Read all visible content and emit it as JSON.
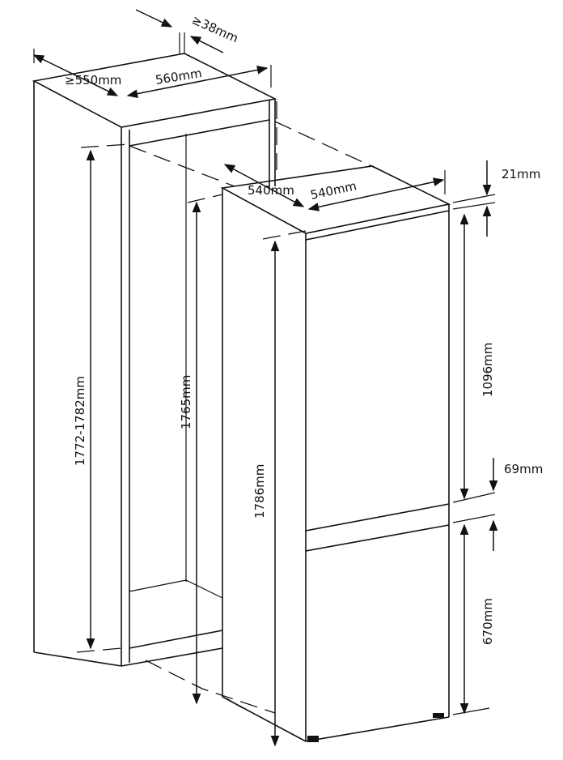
{
  "diagram": {
    "type": "built-in refrigerator installation dimensions",
    "labels": {
      "ventilation_gap": "≥38mm",
      "niche_depth": "≥550mm",
      "niche_width": "560mm",
      "fridge_depth": "540mm",
      "fridge_width": "540mm",
      "top_gap": "21mm",
      "upper_door": "1096mm",
      "door_gap": "69mm",
      "lower_door": "670mm",
      "fridge_height": "1786mm",
      "inner_height": "1765mm",
      "niche_height": "1772-1782mm"
    }
  }
}
